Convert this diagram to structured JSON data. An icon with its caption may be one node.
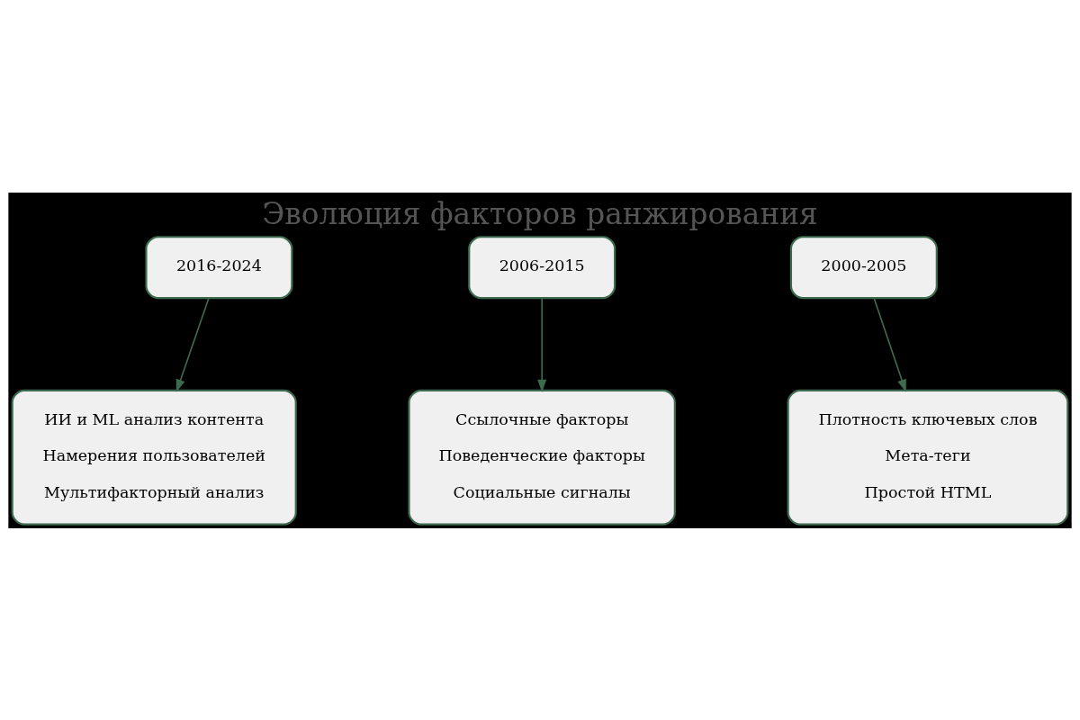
{
  "diagram": {
    "title": "Эволюция факторов ранжирования",
    "nodes": [
      {
        "text": [
          "2000-2005"
        ]
      },
      {
        "text": [
          "Плотность ключевых слов",
          "Мета-теги",
          "Простой HTML"
        ]
      },
      {
        "text": [
          "2006-2015"
        ]
      },
      {
        "text": [
          "Ссылочные факторы",
          "Поведенческие факторы",
          "Социальные сигналы"
        ]
      },
      {
        "text": [
          "2016-2024"
        ]
      },
      {
        "text": [
          "ИИ и ML анализ контента",
          "Намерения пользователей",
          "Мультифакторный анализ"
        ]
      }
    ],
    "edges": [
      {
        "from": 0,
        "to": 1,
        "arrow": "to"
      },
      {
        "from": 2,
        "to": 3,
        "arrow": "to"
      },
      {
        "from": 4,
        "to": 5,
        "arrow": "to"
      }
    ]
  }
}
